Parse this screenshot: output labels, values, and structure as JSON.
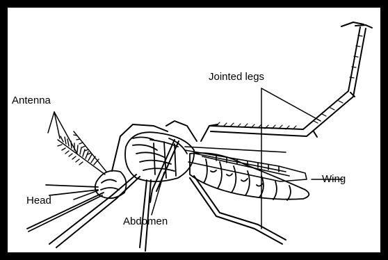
{
  "diagram": {
    "labels": {
      "antenna": "Antenna",
      "head": "Head",
      "abdomen": "Abdomen",
      "jointed_legs": "Jointed legs",
      "wing": "Wing"
    }
  }
}
